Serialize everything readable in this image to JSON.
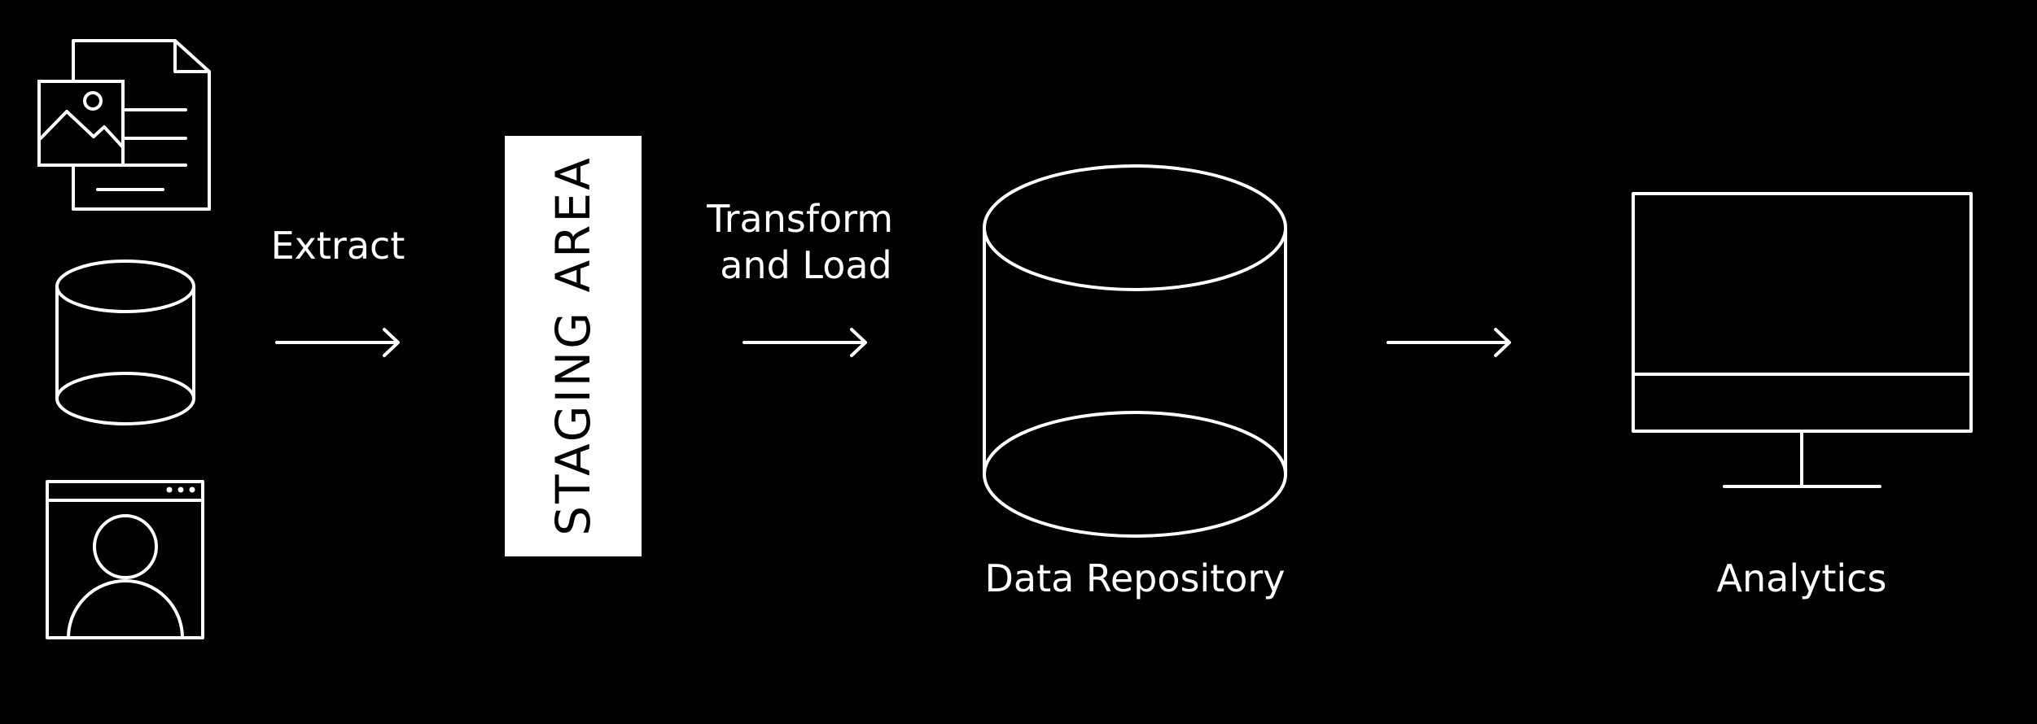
{
  "labels": {
    "extract": "Extract",
    "staging": "STAGING AREA",
    "transform_line1": "Transform",
    "transform_line2": "and Load",
    "repository": "Data Repository",
    "analytics": "Analytics"
  },
  "icons": {
    "sources": [
      "document-image-icon",
      "database-icon",
      "user-profile-window-icon"
    ],
    "repository": "database-cylinder-icon",
    "analytics": "monitor-icon"
  },
  "colors": {
    "background": "#000000",
    "foreground": "#ffffff",
    "staging_fill": "#ffffff",
    "staging_text": "#000000"
  }
}
